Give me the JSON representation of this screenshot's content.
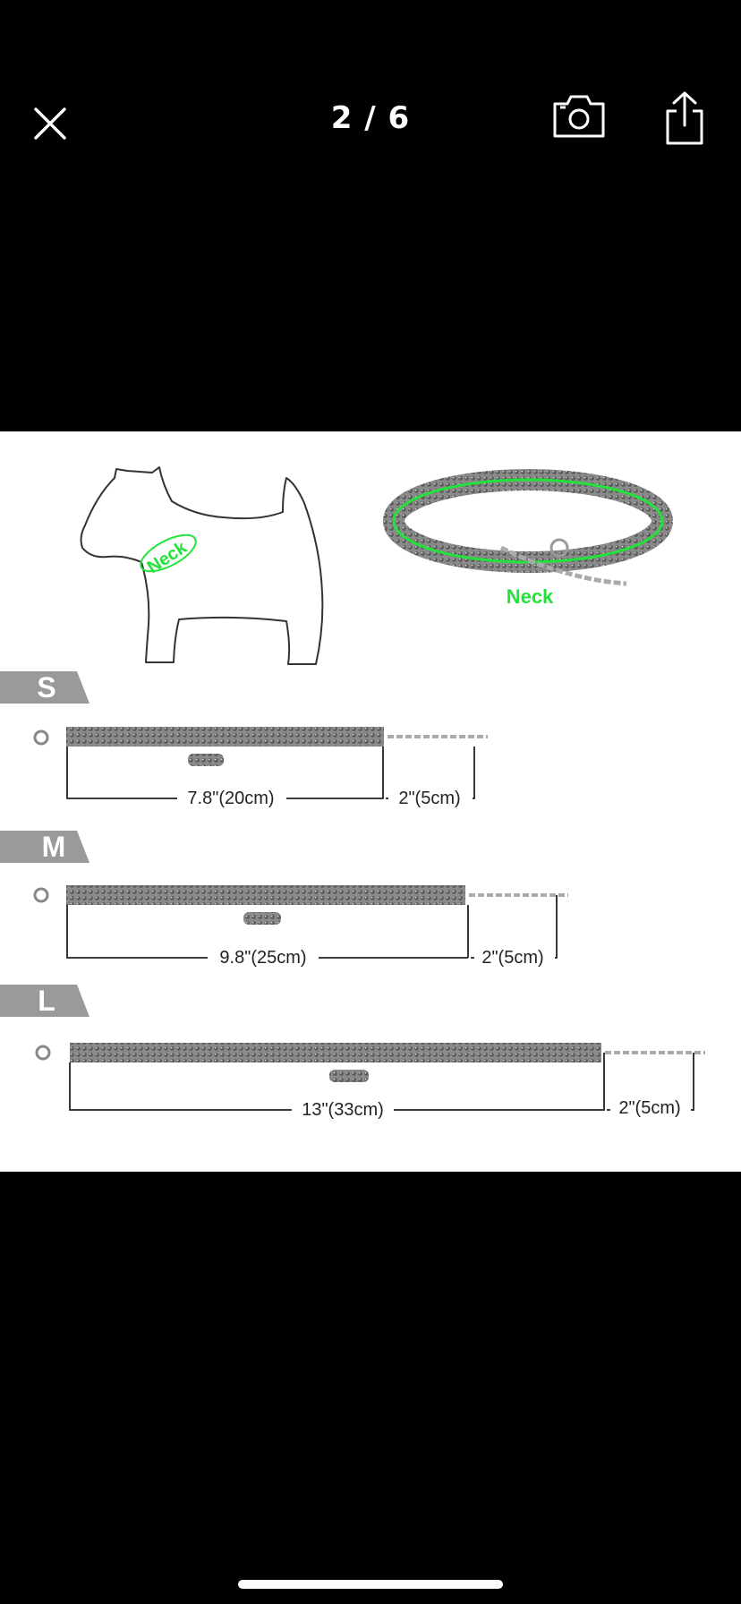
{
  "viewer": {
    "counter": "2 / 6",
    "close_icon": "close-icon",
    "camera_icon": "camera-icon",
    "share_icon": "share-icon"
  },
  "product_image": {
    "neck_label_dog": "Neck",
    "neck_label_collar": "Neck",
    "accent_color": "#22e33a",
    "sizes": [
      {
        "letter": "S",
        "length": "7.8\"(20cm)",
        "extension": "2\"(5cm)"
      },
      {
        "letter": "M",
        "length": "9.8\"(25cm)",
        "extension": "2\"(5cm)"
      },
      {
        "letter": "L",
        "length": "13\"(33cm)",
        "extension": "2\"(5cm)"
      }
    ]
  }
}
